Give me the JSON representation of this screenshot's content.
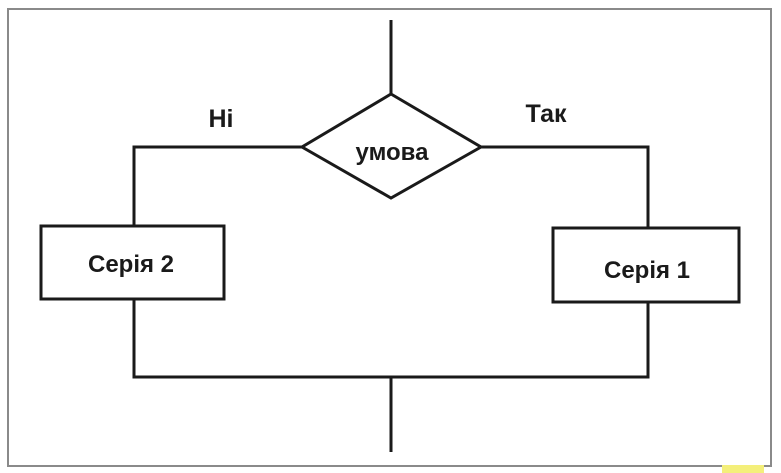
{
  "diagram": {
    "condition": "умова",
    "branch_no": "Ні",
    "branch_yes": "Так",
    "series_left": "Серія 2",
    "series_right": "Серія 1"
  },
  "colors": {
    "stroke": "#1a1a1a",
    "frame": "#8a8a8a",
    "background": "#ffffff",
    "corner_mark": "#f4ef7a"
  }
}
